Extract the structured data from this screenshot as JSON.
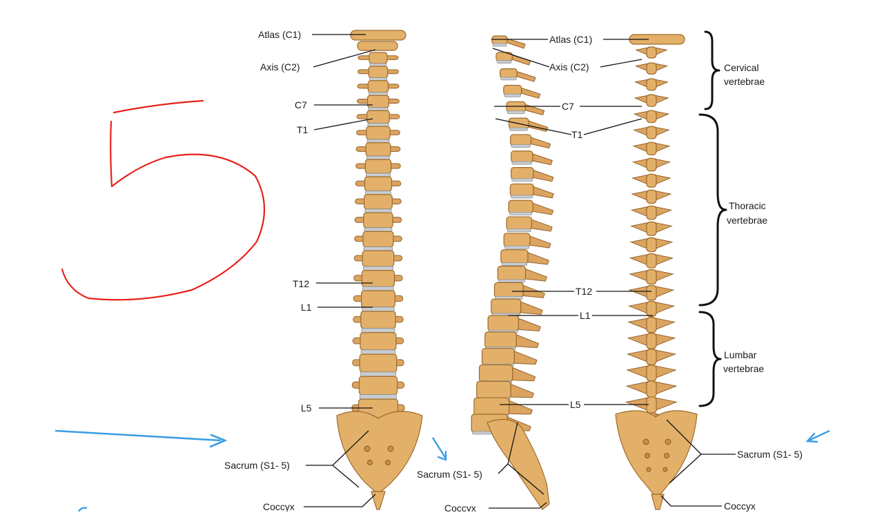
{
  "labels": {
    "front": {
      "atlas": "Atlas (C1)",
      "axis": "Axis (C2)",
      "c7": "C7",
      "t1": "T1",
      "t12": "T12",
      "l1": "L1",
      "l5": "L5",
      "sacrum": "Sacrum (S1- 5)",
      "coccyx": "Coccyx"
    },
    "side": {
      "atlas": "Atlas (C1)",
      "axis": "Axis (C2)",
      "c7": "C7",
      "t1": "T1",
      "t12": "T12",
      "l1": "L1",
      "l5": "L5",
      "sacrum": "Sacrum (S1- 5)",
      "coccyx": "Coccyx"
    },
    "back": {
      "sacrum": "Sacrum (S1- 5)",
      "coccyx": "Coccyx"
    },
    "regions": {
      "cervical_1": "Cervical",
      "cervical_2": "vertebrae",
      "thoracic_1": "Thoracic",
      "thoracic_2": "vertebrae",
      "lumbar_1": "Lumbar",
      "lumbar_2": "vertebrae"
    }
  },
  "annotations": {
    "handwritten_digit": "5",
    "ink_red": "#e8201a",
    "ink_blue": "#3a9ee4"
  },
  "colors": {
    "bone": "#e3b06a",
    "disc": "#c9ccd0"
  }
}
